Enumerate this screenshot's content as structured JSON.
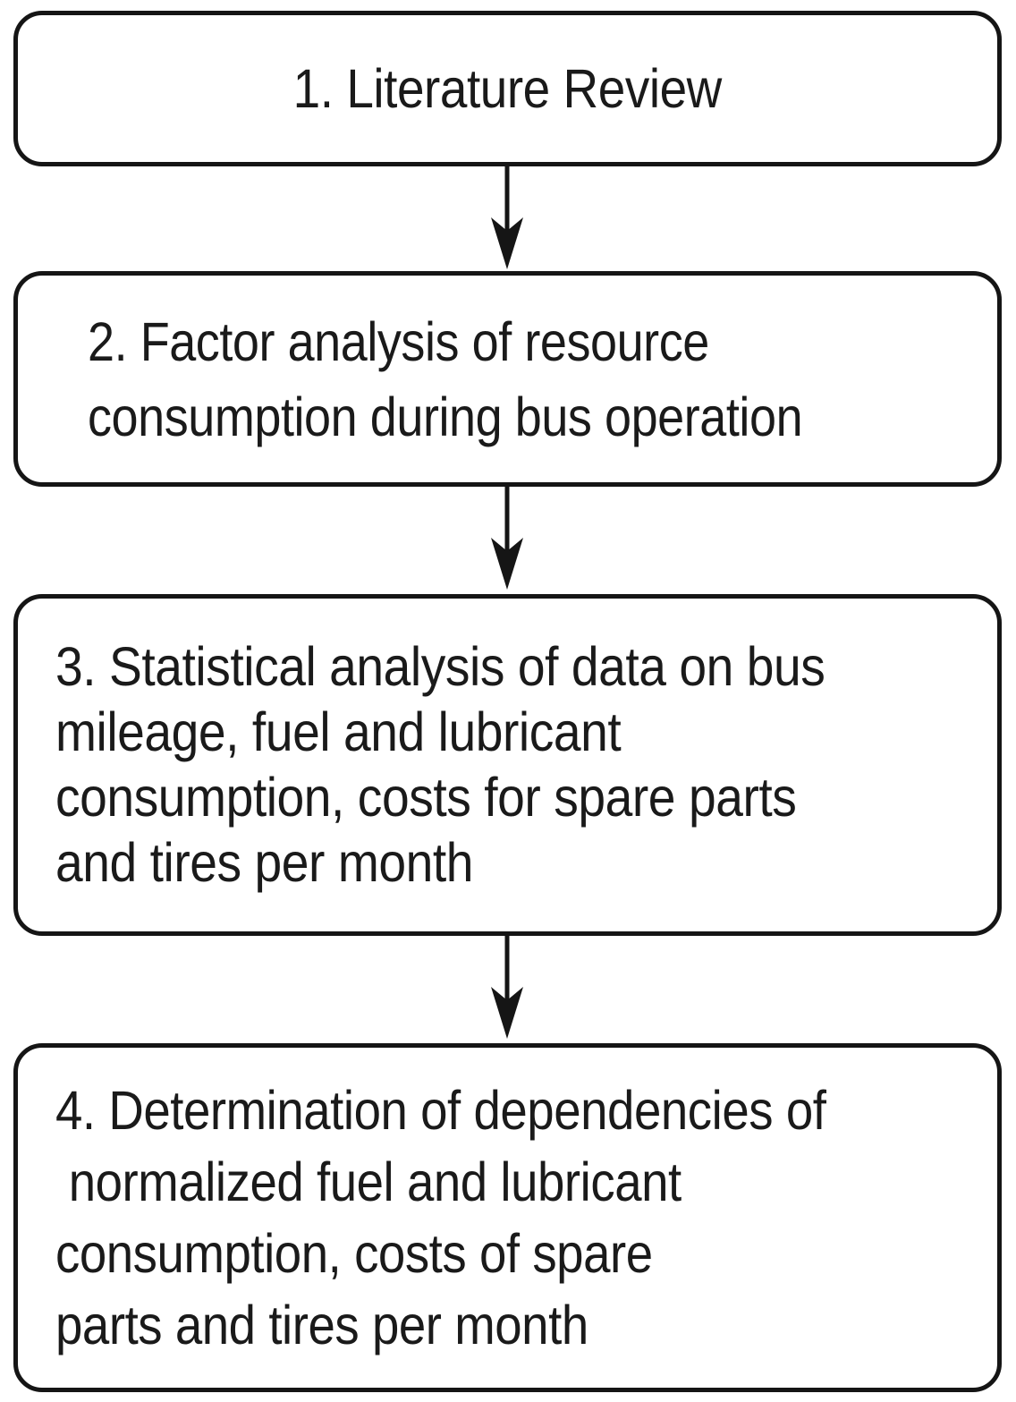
{
  "diagram": {
    "title": "Research methodology flowchart",
    "background_color": "#ffffff",
    "stroke_color": "#151515",
    "text_color": "#1a1a1a",
    "orientation": "vertical-top-to-bottom",
    "node_shape": "rounded-rectangle",
    "nodes": [
      {
        "id": "step-1",
        "number": "1.",
        "text": "1. Literature Review",
        "lines": [
          "1. Literature Review"
        ],
        "align": "center"
      },
      {
        "id": "step-2",
        "number": "2.",
        "text": "2. Factor analysis of resource consumption during bus operation",
        "lines": [
          "2. Factor analysis of resource",
          "consumption during bus operation"
        ],
        "align": "left"
      },
      {
        "id": "step-3",
        "number": "3.",
        "text": "3. Statistical analysis of data on bus mileage, fuel and lubricant consumption, costs for spare parts and tires per month",
        "lines": [
          "3. Statistical analysis of data on bus",
          "mileage, fuel and lubricant",
          "consumption, costs for spare parts",
          "and tires per month"
        ],
        "align": "left"
      },
      {
        "id": "step-4",
        "number": "4.",
        "text": "4. Determination of dependencies of normalized fuel and lubricant consumption, costs of spare parts and tires per month",
        "lines": [
          "4. Determination of dependencies of",
          " normalized fuel and lubricant",
          "consumption, costs of spare",
          "parts and tires per month"
        ],
        "align": "left"
      }
    ],
    "edges": [
      {
        "id": "edge-1-2",
        "from": "step-1",
        "to": "step-2",
        "icon": "down-arrow-icon",
        "label": ""
      },
      {
        "id": "edge-2-3",
        "from": "step-2",
        "to": "step-3",
        "icon": "down-arrow-icon",
        "label": ""
      },
      {
        "id": "edge-3-4",
        "from": "step-3",
        "to": "step-4",
        "icon": "down-arrow-icon",
        "label": ""
      }
    ]
  }
}
